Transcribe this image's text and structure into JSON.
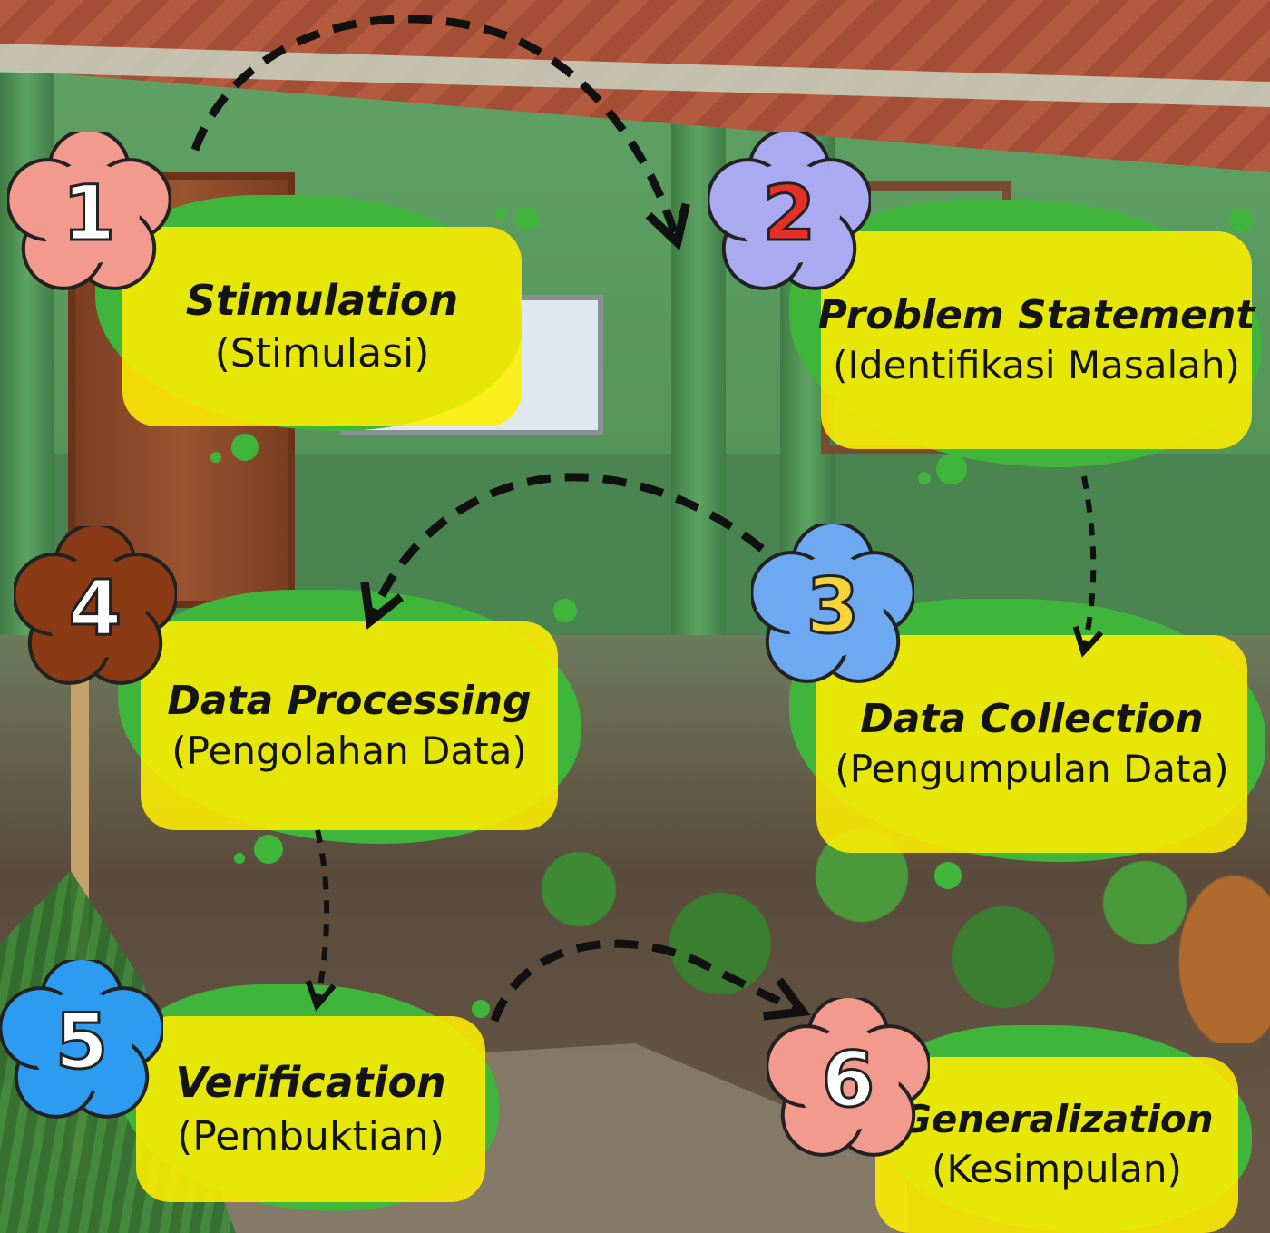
{
  "steps": [
    {
      "number": "1",
      "title": "Stimulation",
      "subtitle": "(Stimulasi)",
      "flower_color": "#f39a8f",
      "number_color": "#ffffff"
    },
    {
      "number": "2",
      "title": "Problem Statement",
      "subtitle": "(Identifikasi Masalah)",
      "flower_color": "#aaaaf0",
      "number_color": "#e53125"
    },
    {
      "number": "3",
      "title": "Data Collection",
      "subtitle": "(Pengumpulan Data)",
      "flower_color": "#6ea8f0",
      "number_color": "#f5d43a"
    },
    {
      "number": "4",
      "title": "Data Processing",
      "subtitle": "(Pengolahan Data)",
      "flower_color": "#8a3b16",
      "number_color": "#ffffff"
    },
    {
      "number": "5",
      "title": "Verification",
      "subtitle": "(Pembuktian)",
      "flower_color": "#2d9cf0",
      "number_color": "#ffffff"
    },
    {
      "number": "6",
      "title": "Generalization",
      "subtitle": "(Kesimpulan)",
      "flower_color": "#f39a8f",
      "number_color": "#ffffff"
    }
  ],
  "colors": {
    "box": "#ffee00",
    "blob": "#3fb53c",
    "arrow": "#111111",
    "outline": "#222222"
  }
}
